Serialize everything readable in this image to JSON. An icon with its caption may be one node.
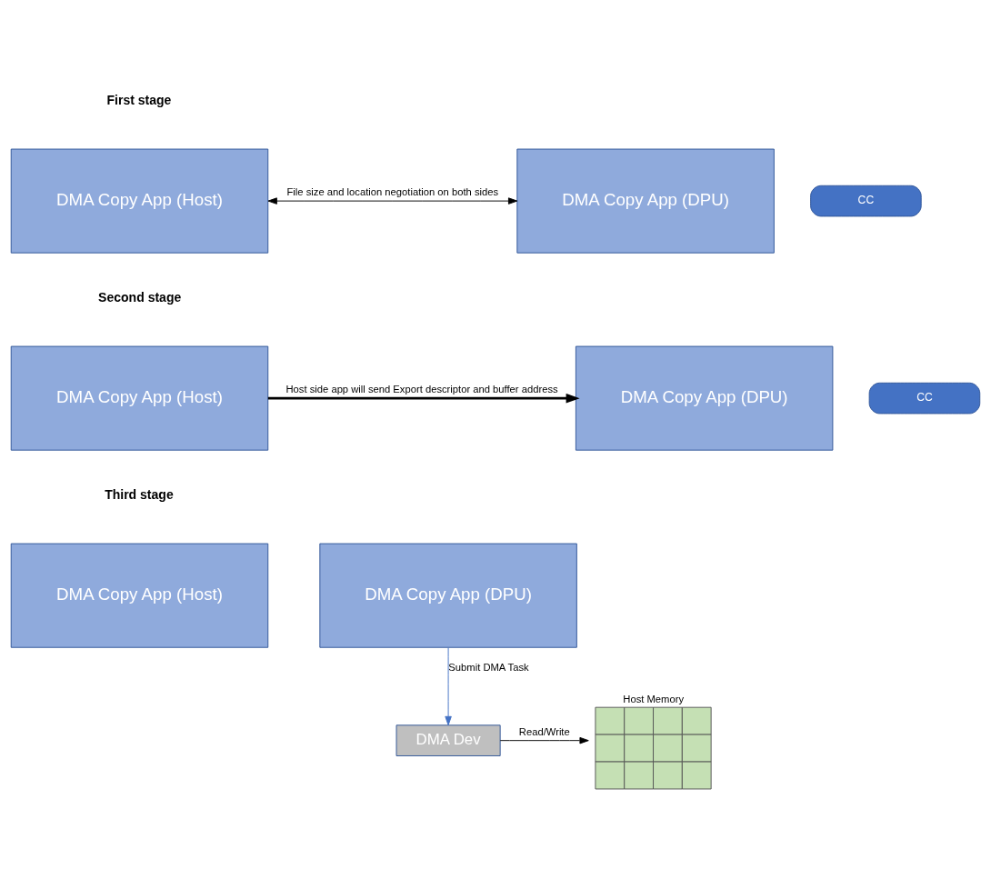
{
  "diagram": {
    "nodes": [
      {
        "text": [
          "DMA Copy App (Host)"
        ]
      },
      {
        "text": [
          "DMA Copy App (DPU)"
        ]
      },
      {
        "text": [
          "CC"
        ]
      },
      {
        "text": [
          "DMA Copy App (Host)"
        ]
      },
      {
        "text": [
          "DMA Copy App (DPU)"
        ]
      },
      {
        "text": [
          "CC"
        ]
      },
      {
        "text": [
          "DMA Copy App (Host)"
        ]
      },
      {
        "text": [
          "DMA Copy App (DPU)"
        ]
      },
      {
        "text": [
          "DMA Dev"
        ]
      },
      {
        "text": [
          "Host Memory"
        ]
      }
    ],
    "edges": [
      {
        "from": 0,
        "to": 1,
        "arrow": "both",
        "label": "File size and location negotiation on both sides"
      },
      {
        "from": 3,
        "to": 4,
        "arrow": "to",
        "label": "Host side app will send Export descriptor and buffer address",
        "style": "thick"
      },
      {
        "from": 7,
        "to": 8,
        "arrow": "to",
        "label": "Submit DMA Task",
        "color": "#4472c4"
      },
      {
        "from": 8,
        "to": 9,
        "arrow": "to",
        "label": "Read/Write"
      }
    ],
    "labels": [
      "First stage",
      "Second stage",
      "Third stage"
    ]
  }
}
